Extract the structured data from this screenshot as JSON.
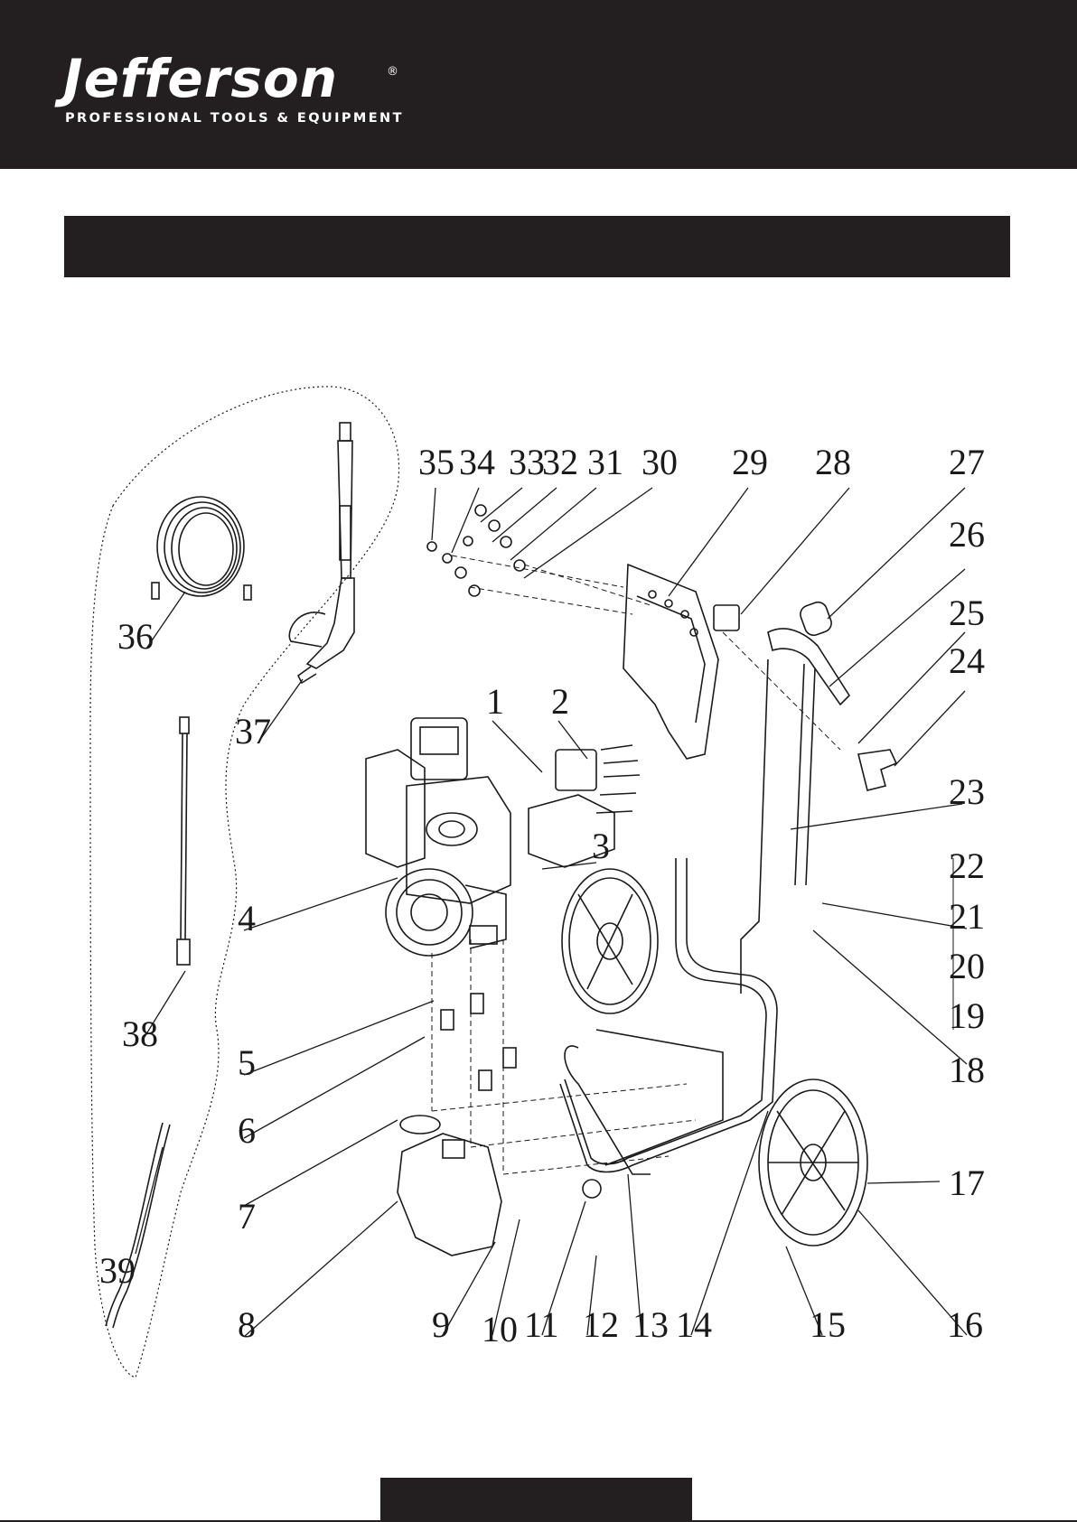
{
  "brand": {
    "name": "Jefferson",
    "registered": "®",
    "tagline": "PROFESSIONAL TOOLS & EQUIPMENT"
  },
  "diagram": {
    "callouts": [
      "1",
      "2",
      "3",
      "4",
      "5",
      "6",
      "7",
      "8",
      "9",
      "10",
      "11",
      "12",
      "13",
      "14",
      "15",
      "16",
      "17",
      "18",
      "19",
      "20",
      "21",
      "22",
      "23",
      "24",
      "25",
      "26",
      "27",
      "28",
      "29",
      "30",
      "31",
      "32",
      "33",
      "34",
      "35",
      "36",
      "37",
      "38",
      "39"
    ]
  },
  "colors": {
    "header_bg": "#231f20",
    "line": "#1a1a1a"
  }
}
